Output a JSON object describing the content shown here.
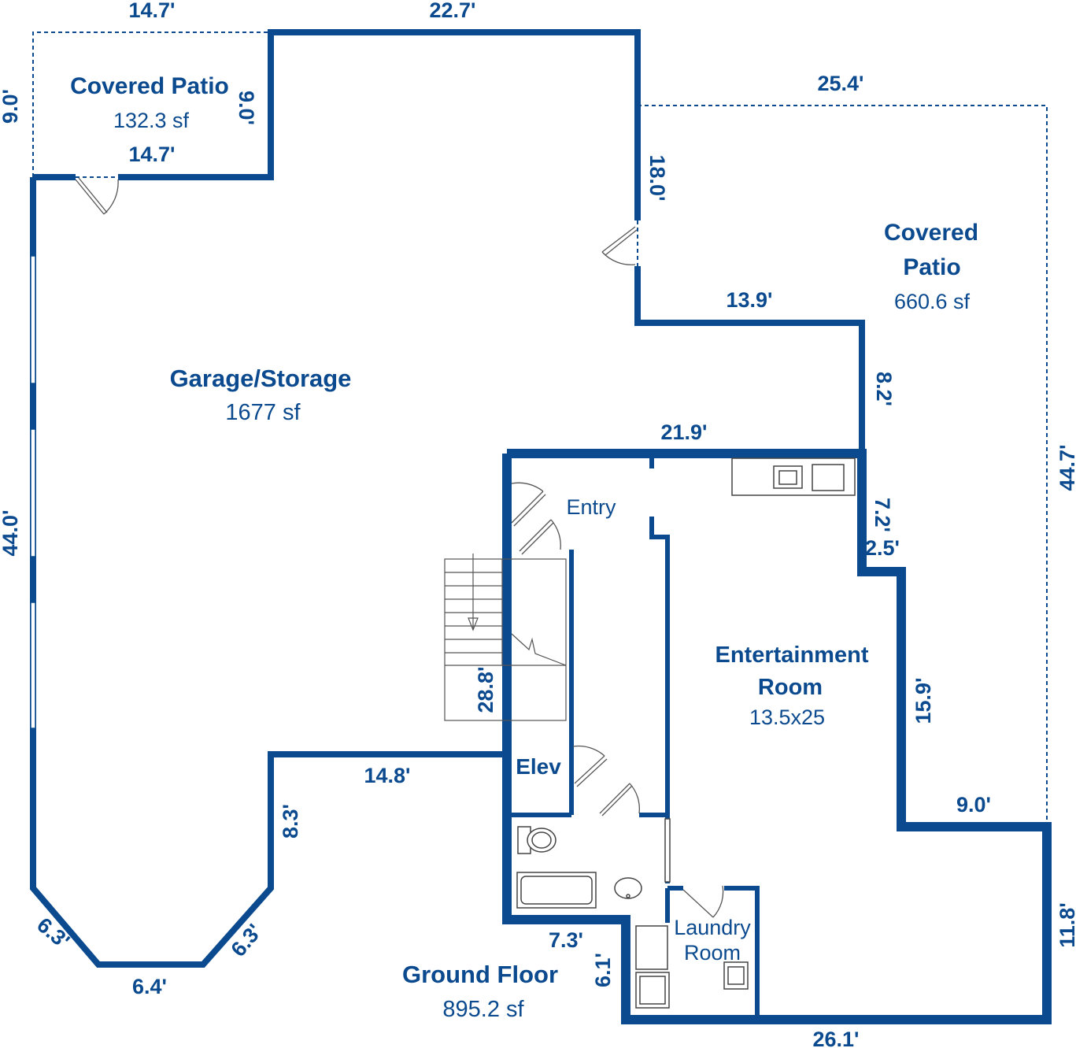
{
  "rooms": {
    "covered_patio_small": {
      "name": "Covered Patio",
      "area": "132.3 sf"
    },
    "covered_patio_large": {
      "name_line1": "Covered",
      "name_line2": "Patio",
      "area": "660.6 sf"
    },
    "garage": {
      "name": "Garage/Storage",
      "area": "1677 sf"
    },
    "entry": {
      "name": "Entry"
    },
    "entertainment": {
      "name_line1": "Entertainment",
      "name_line2": "Room",
      "size": "13.5x25"
    },
    "elev": {
      "name": "Elev"
    },
    "laundry": {
      "name_line1": "Laundry",
      "name_line2": "Room"
    },
    "ground_floor": {
      "name": "Ground Floor",
      "area": "895.2 sf"
    }
  },
  "dimensions": {
    "top_left": "14.7'",
    "top_mid": "22.7'",
    "patio_inner": "14.7'",
    "left_patio_side": "9.0'",
    "patio_right_side": "9.0'",
    "patio_large_top": "25.4'",
    "wall_18": "18.0'",
    "wall_13_9": "13.9'",
    "wall_8_2": "8.2'",
    "wall_21_9": "21.9'",
    "wall_7_2": "7.2'",
    "wall_2_5": "2.5'",
    "patio_right_long": "44.7'",
    "left_long": "44.0'",
    "stair_28_8": "28.8'",
    "wall_15_9": "15.9'",
    "wall_9_0_right": "9.0'",
    "wall_11_8": "11.8'",
    "wall_14_8": "14.8'",
    "wall_8_3": "8.3'",
    "oct_left": "6.3'",
    "oct_right": "6.3'",
    "oct_bottom": "6.4'",
    "wall_7_3": "7.3'",
    "wall_6_1": "6.1'",
    "bottom_26_1": "26.1'"
  }
}
